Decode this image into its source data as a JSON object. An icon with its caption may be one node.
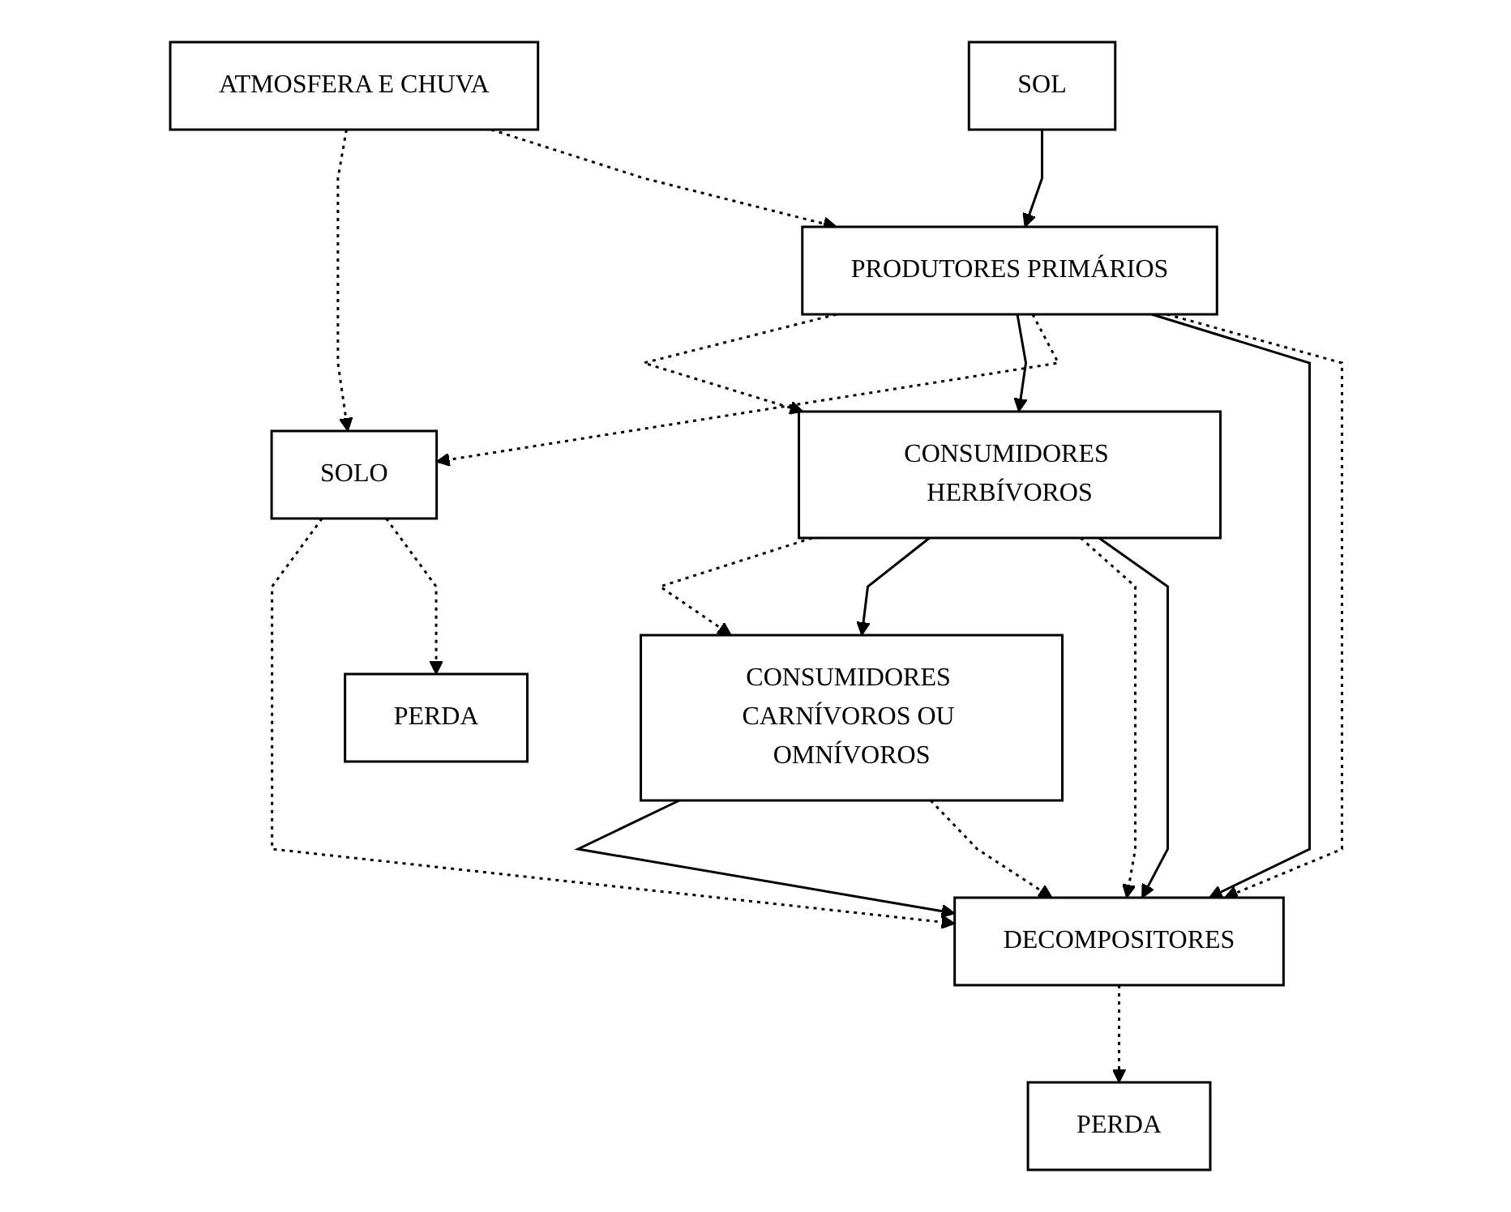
{
  "diagram": {
    "nodes": [
      {
        "text": [
          "ATMOSFERA E CHUVA"
        ]
      },
      {
        "text": [
          "SOL"
        ]
      },
      {
        "text": [
          "PRODUTORES PRIMÁRIOS"
        ]
      },
      {
        "text": [
          "CONSUMIDORES HERBÍVOROS"
        ]
      },
      {
        "text": [
          "CONSUMIDORES CARNÍVOROS OU OMNÍVOROS"
        ]
      },
      {
        "text": [
          "SOLO"
        ]
      },
      {
        "text": [
          "DECOMPOSITORES"
        ]
      },
      {
        "text": [
          "PERDA"
        ]
      },
      {
        "text": [
          "PERDA"
        ]
      }
    ],
    "edges": [
      {
        "from": 0,
        "to": 5,
        "arrow": "to",
        "style": "dashed"
      },
      {
        "from": 0,
        "to": 2,
        "arrow": "to",
        "style": "dashed"
      },
      {
        "from": 1,
        "to": 2,
        "arrow": "to"
      },
      {
        "from": 2,
        "to": 3,
        "arrow": "to",
        "style": "dashed"
      },
      {
        "from": 2,
        "to": 3,
        "arrow": "to"
      },
      {
        "from": 3,
        "to": 4,
        "arrow": "to",
        "style": "dashed"
      },
      {
        "from": 3,
        "to": 4,
        "arrow": "to"
      },
      {
        "from": 2,
        "to": 5,
        "arrow": "to",
        "style": "dashed"
      },
      {
        "from": 2,
        "to": 6,
        "arrow": "to"
      },
      {
        "from": 2,
        "to": 6,
        "arrow": "to",
        "style": "dashed"
      },
      {
        "from": 3,
        "to": 6,
        "arrow": "to",
        "style": "dashed"
      },
      {
        "from": 3,
        "to": 6,
        "arrow": "to"
      },
      {
        "from": 4,
        "to": 6,
        "arrow": "to"
      },
      {
        "from": 4,
        "to": 6,
        "arrow": "to",
        "style": "dashed"
      },
      {
        "from": 5,
        "to": 6,
        "arrow": "to",
        "style": "dashed"
      },
      {
        "from": 5,
        "to": 7,
        "arrow": "to",
        "style": "dashed"
      },
      {
        "from": 6,
        "to": 8,
        "arrow": "to",
        "style": "dashed"
      }
    ]
  }
}
